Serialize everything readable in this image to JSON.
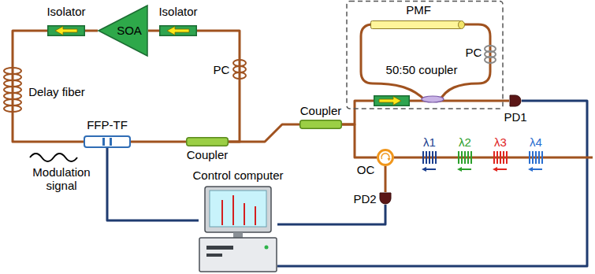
{
  "diagram": {
    "nodes": [
      {
        "text": [
          "Isolator"
        ]
      },
      {
        "text": [
          "SOA"
        ]
      },
      {
        "text": [
          "Isolator"
        ]
      },
      {
        "text": [
          "FFP-TF"
        ]
      },
      {
        "text": [
          "Coupler"
        ]
      },
      {
        "text": [
          "Coupler"
        ]
      },
      {
        "text": [
          "PMF"
        ]
      },
      {
        "text": [
          "PD1"
        ]
      },
      {
        "text": [
          "OC"
        ]
      },
      {
        "text": [
          "PD2"
        ]
      },
      {
        "text": [
          "Control computer"
        ]
      }
    ],
    "edges": [
      {
        "from": 2,
        "to": 1,
        "arrow": "none"
      },
      {
        "from": 1,
        "to": 0,
        "arrow": "none"
      },
      {
        "from": 0,
        "to": 3,
        "arrow": "none"
      },
      {
        "from": 3,
        "to": 4,
        "arrow": "none"
      },
      {
        "from": 4,
        "to": 2,
        "arrow": "none"
      },
      {
        "from": 4,
        "to": 5,
        "arrow": "none"
      },
      {
        "from": 5,
        "to": 7,
        "arrow": "none"
      },
      {
        "from": 5,
        "to": 8,
        "arrow": "none"
      },
      {
        "from": 8,
        "to": 9,
        "arrow": "none"
      },
      {
        "from": 9,
        "to": 10,
        "arrow": "none"
      },
      {
        "from": 7,
        "to": 10,
        "arrow": "none"
      },
      {
        "from": 3,
        "to": 10,
        "arrow": "none"
      }
    ],
    "labels": [
      "Delay fiber",
      "PC",
      "Modulation signal",
      "50:50 coupler",
      "PC",
      "λ1",
      "λ2",
      "λ3",
      "λ4"
    ]
  }
}
